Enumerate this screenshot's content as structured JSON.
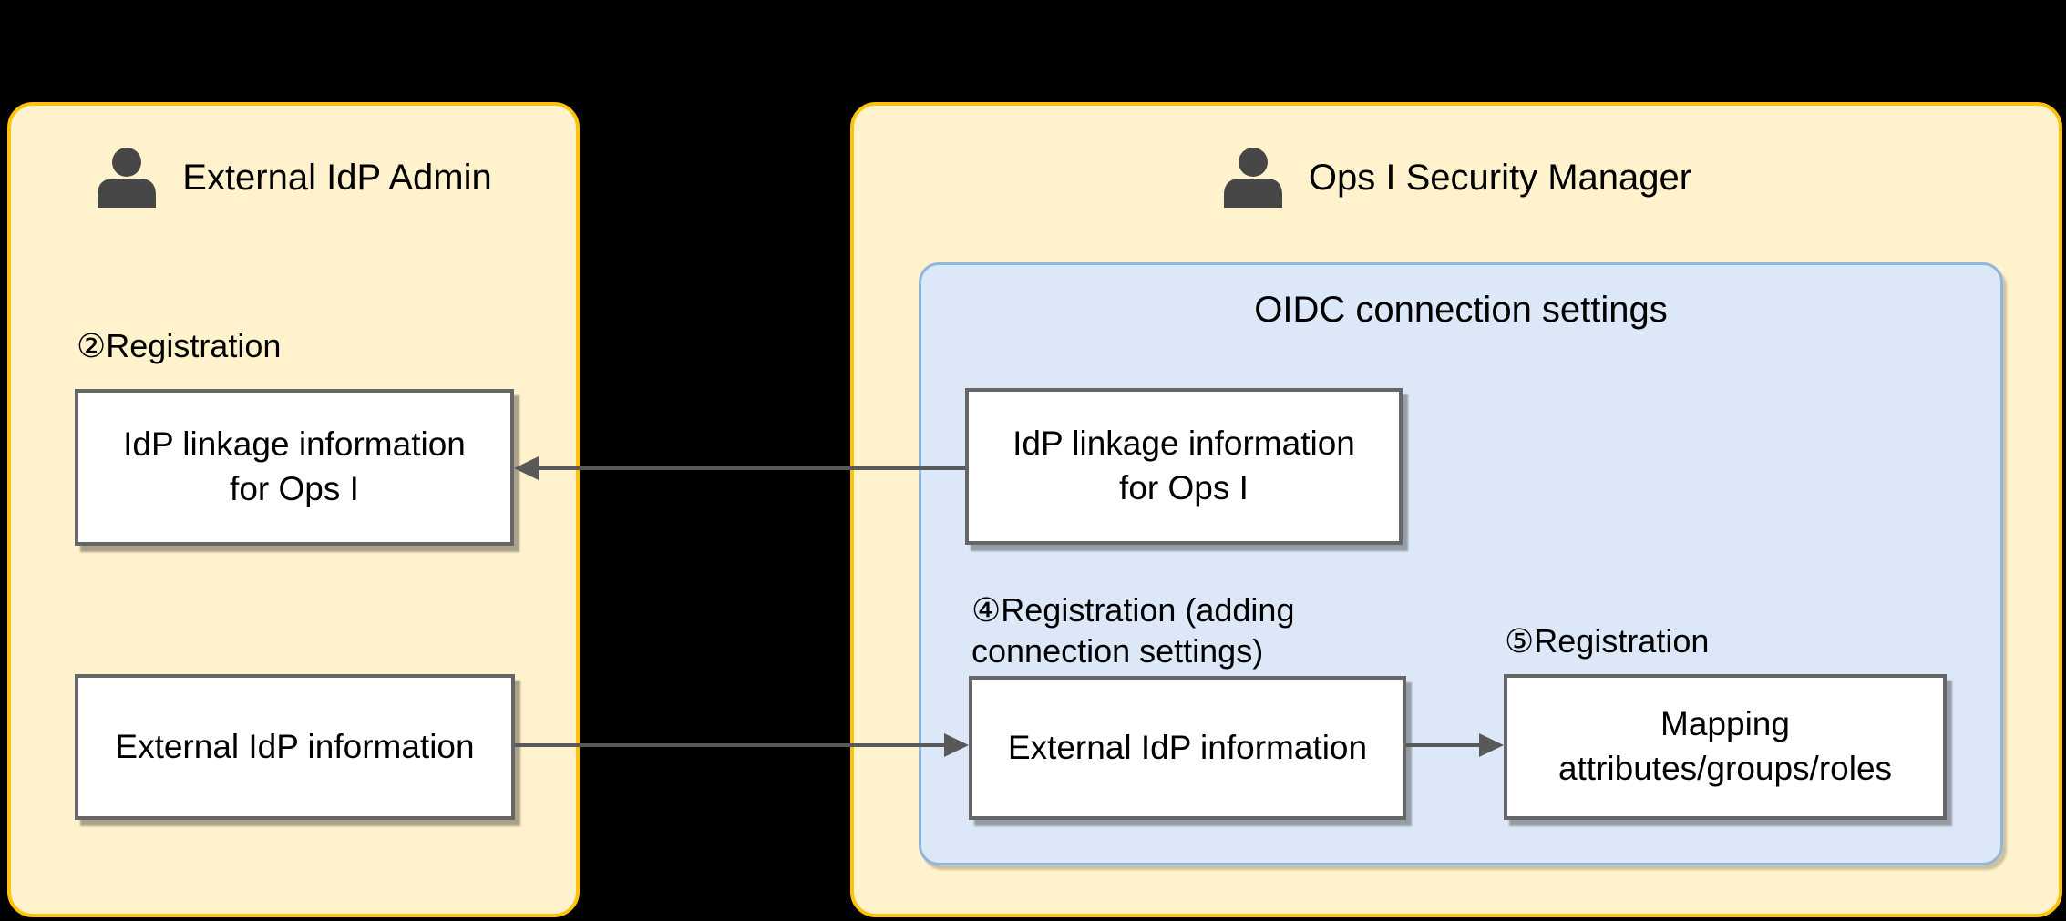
{
  "diagram": {
    "background": "#000000",
    "left_panel": {
      "icon": "person-icon",
      "title": "External IdP Admin",
      "step2_label": "②Registration",
      "idp_linkage_box": "IdP linkage information\nfor Ops I",
      "external_idp_box": "External IdP information"
    },
    "right_panel": {
      "icon": "person-icon",
      "title": "Ops I Security Manager",
      "oidc_group": {
        "title": "OIDC connection settings",
        "idp_linkage_box": "IdP linkage information\nfor Ops I",
        "step4_label": "④Registration (adding\nconnection settings)",
        "external_idp_box": "External IdP information",
        "step5_label": "⑤Registration",
        "mapping_box": "Mapping\nattributes/groups/roles"
      }
    },
    "arrows": [
      {
        "name": "idp-linkage-transfer",
        "from": "ops-i-idp-linkage-box",
        "to": "external-admin-idp-linkage-box",
        "direction": "left"
      },
      {
        "name": "external-idp-transfer",
        "from": "external-admin-external-idp-box",
        "to": "ops-i-external-idp-box",
        "direction": "right"
      },
      {
        "name": "mapping-registration",
        "from": "ops-i-external-idp-box",
        "to": "mapping-box",
        "direction": "right"
      }
    ],
    "colors": {
      "panel_fill": "#FFF2CC",
      "panel_border": "#FFC20E",
      "group_fill": "#DCE8F7",
      "group_border": "#91B6DB",
      "node_fill": "#FFFFFF",
      "node_border": "#666666",
      "arrow": "#595959",
      "icon": "#474747",
      "text": "#000000"
    }
  }
}
